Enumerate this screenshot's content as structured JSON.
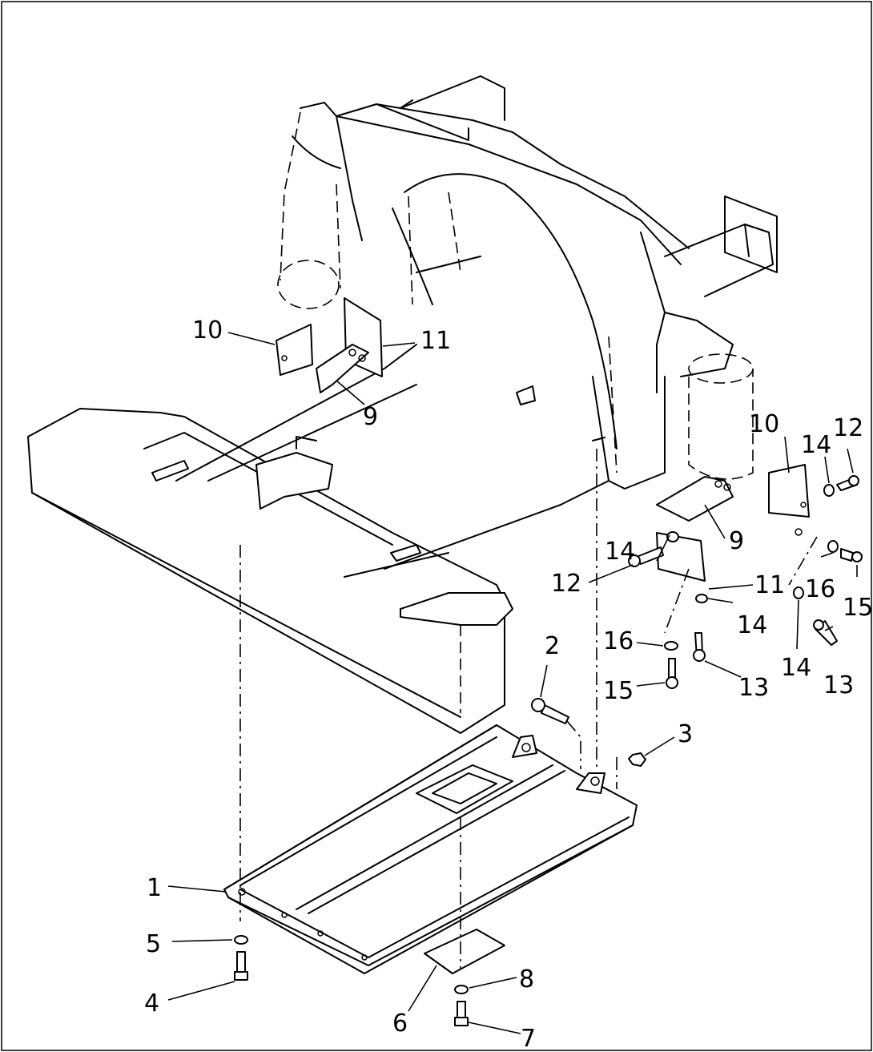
{
  "figure": {
    "callouts": [
      {
        "id": "c1",
        "label": "1"
      },
      {
        "id": "c2",
        "label": "2"
      },
      {
        "id": "c3",
        "label": "3"
      },
      {
        "id": "c4",
        "label": "4"
      },
      {
        "id": "c5",
        "label": "5"
      },
      {
        "id": "c6",
        "label": "6"
      },
      {
        "id": "c7",
        "label": "7"
      },
      {
        "id": "c8",
        "label": "8"
      },
      {
        "id": "c9a",
        "label": "9"
      },
      {
        "id": "c9b",
        "label": "9"
      },
      {
        "id": "c10a",
        "label": "10"
      },
      {
        "id": "c10b",
        "label": "10"
      },
      {
        "id": "c11a",
        "label": "11"
      },
      {
        "id": "c11b",
        "label": "11"
      },
      {
        "id": "c12a",
        "label": "12"
      },
      {
        "id": "c12b",
        "label": "12"
      },
      {
        "id": "c13a",
        "label": "13"
      },
      {
        "id": "c13b",
        "label": "13"
      },
      {
        "id": "c14a",
        "label": "14"
      },
      {
        "id": "c14b",
        "label": "14"
      },
      {
        "id": "c14c",
        "label": "14"
      },
      {
        "id": "c14d",
        "label": "14"
      },
      {
        "id": "c15a",
        "label": "15"
      },
      {
        "id": "c15b",
        "label": "15"
      },
      {
        "id": "c16a",
        "label": "16"
      },
      {
        "id": "c16b",
        "label": "16"
      }
    ]
  }
}
